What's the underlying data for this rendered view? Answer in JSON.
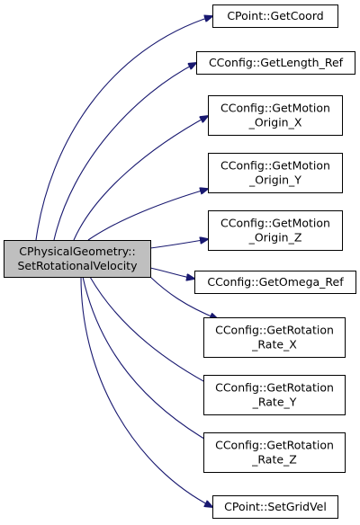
{
  "colors": {
    "edge": "#191970",
    "node_border": "#000000",
    "node_fill": "#ffffff",
    "root_fill": "#bfbfbf",
    "text": "#000000"
  },
  "root": {
    "lines": [
      "CPhysicalGeometry::",
      "SetRotationalVelocity"
    ]
  },
  "callees": [
    {
      "id": "getcoord",
      "lines": [
        "CPoint::GetCoord"
      ]
    },
    {
      "id": "getlength-ref",
      "lines": [
        "CConfig::GetLength_Ref"
      ]
    },
    {
      "id": "getmotion-origin-x",
      "lines": [
        "CConfig::GetMotion",
        "_Origin_X"
      ]
    },
    {
      "id": "getmotion-origin-y",
      "lines": [
        "CConfig::GetMotion",
        "_Origin_Y"
      ]
    },
    {
      "id": "getmotion-origin-z",
      "lines": [
        "CConfig::GetMotion",
        "_Origin_Z"
      ]
    },
    {
      "id": "getomega-ref",
      "lines": [
        "CConfig::GetOmega_Ref"
      ]
    },
    {
      "id": "getrotation-rate-x",
      "lines": [
        "CConfig::GetRotation",
        "_Rate_X"
      ]
    },
    {
      "id": "getrotation-rate-y",
      "lines": [
        "CConfig::GetRotation",
        "_Rate_Y"
      ]
    },
    {
      "id": "getrotation-rate-z",
      "lines": [
        "CConfig::GetRotation",
        "_Rate_Z"
      ]
    },
    {
      "id": "setgridvel",
      "lines": [
        "CPoint::SetGridVel"
      ]
    }
  ]
}
